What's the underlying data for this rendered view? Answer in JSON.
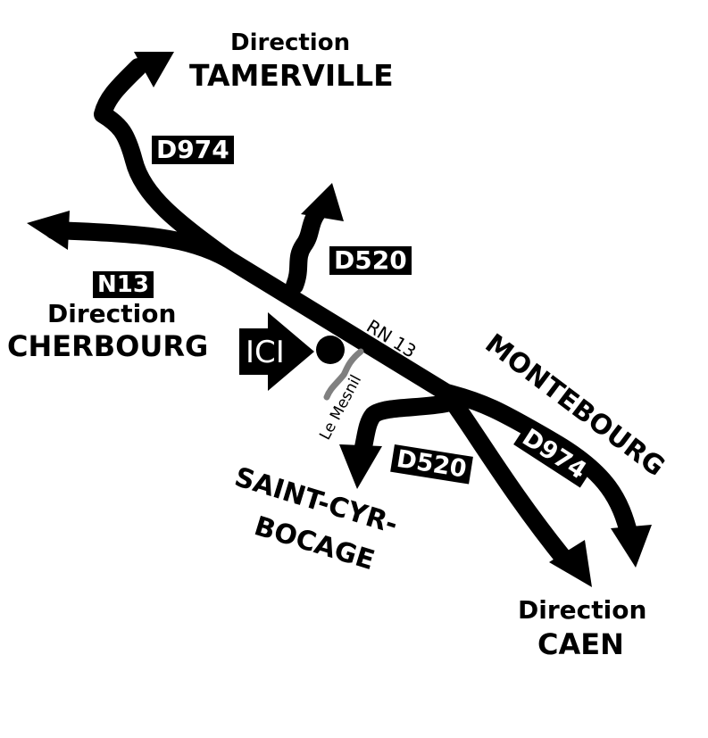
{
  "destinations": {
    "tamerville": {
      "prefix": "Direction",
      "name": "TAMERVILLE"
    },
    "cherbourg": {
      "prefix": "Direction",
      "name": "CHERBOURG"
    },
    "caen": {
      "prefix": "Direction",
      "name": "CAEN"
    },
    "montebourg": {
      "name": "MONTEBOURG"
    },
    "saint_cyr": {
      "line1": "SAINT-CYR-",
      "line2": "BOCAGE"
    }
  },
  "road_badges": {
    "d974_north": "D974",
    "d520_north": "D520",
    "n13": "N13",
    "d974_east": "D974",
    "d520_south": "D520"
  },
  "road_names": {
    "rn13": "RN 13",
    "le_mesnil": "Le Mesnil"
  },
  "marker": {
    "label": "ICI"
  },
  "colors": {
    "road": "#000000",
    "local_road": "#808080",
    "background": "#ffffff"
  }
}
